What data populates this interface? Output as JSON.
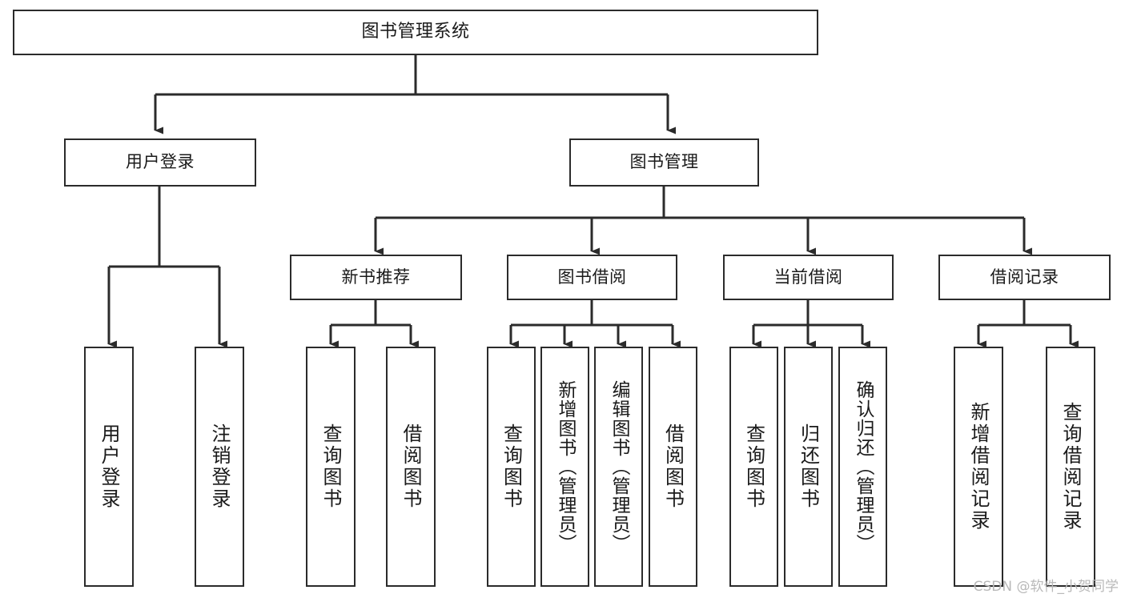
{
  "diagram": {
    "title": "图书管理系统",
    "watermark": "CSDN @软件_小贺同学",
    "colors": {
      "background": "#ffffff",
      "node_border": "#2b2b2b",
      "node_fill": "#ffffff",
      "connector": "#2b2b2b",
      "text": "#1a1a1a",
      "watermark": "#b9b9b9"
    },
    "levels": {
      "level1": [
        "图书管理系统"
      ],
      "level2": [
        "用户登录",
        "图书管理"
      ],
      "level3": [
        "新书推荐",
        "图书借阅",
        "当前借阅",
        "借阅记录"
      ],
      "level4": [
        "用户登录",
        "注销登录",
        "查询图书",
        "借阅图书",
        "查询图书",
        "新增图书（管理员）",
        "编辑图书（管理员）",
        "借阅图书",
        "查询图书",
        "归还图书",
        "确认归还（管理员）",
        "新增借阅记录",
        "查询借阅记录"
      ]
    },
    "nodes": {
      "root": {
        "label": "图书管理系统"
      },
      "user_login": {
        "label": "用户登录"
      },
      "book_manage": {
        "label": "图书管理"
      },
      "new_book_rec": {
        "label": "新书推荐"
      },
      "book_borrow": {
        "label": "图书借阅"
      },
      "current_borrow": {
        "label": "当前借阅"
      },
      "borrow_record": {
        "label": "借阅记录"
      },
      "leaf_user_login": {
        "label": "用户登录"
      },
      "leaf_user_logout": {
        "label": "注销登录"
      },
      "leaf_rec_query": {
        "label": "查询图书"
      },
      "leaf_rec_borrow": {
        "label": "借阅图书"
      },
      "leaf_borrow_query": {
        "label": "查询图书"
      },
      "leaf_borrow_add": {
        "label": "新增图书（管理员）"
      },
      "leaf_borrow_edit": {
        "label": "编辑图书（管理员）"
      },
      "leaf_borrow_borrow": {
        "label": "借阅图书"
      },
      "leaf_cur_query": {
        "label": "查询图书"
      },
      "leaf_cur_return": {
        "label": "归还图书"
      },
      "leaf_cur_confirm": {
        "label": "确认归还（管理员）"
      },
      "leaf_rec_add": {
        "label": "新增借阅记录"
      },
      "leaf_rec_query2": {
        "label": "查询借阅记录"
      }
    }
  }
}
